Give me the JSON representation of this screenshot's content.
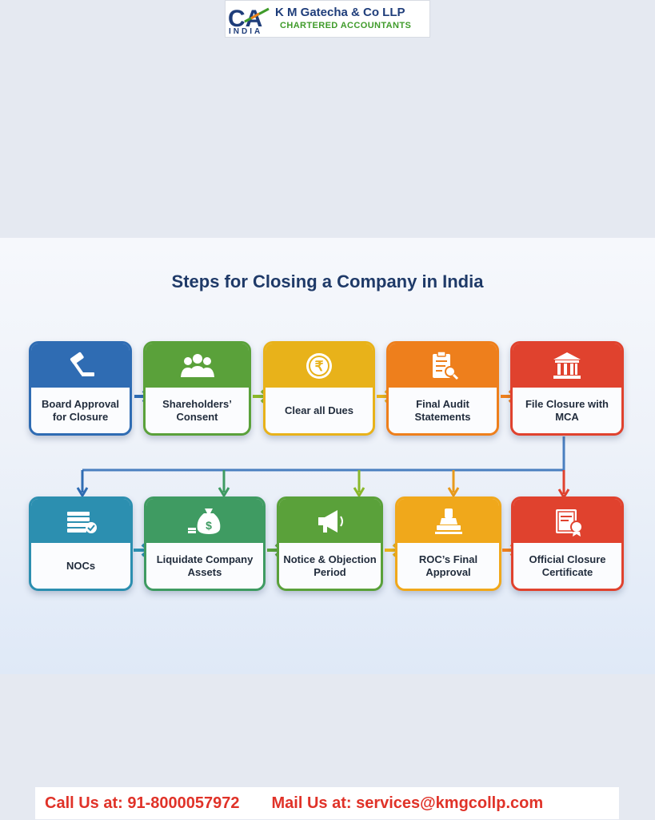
{
  "header": {
    "logo_initials": "CA",
    "logo_country": "INDIA",
    "firm_name": "K M Gatecha & Co LLP",
    "firm_subtitle": "CHARTERED ACCOUNTANTS"
  },
  "infographic": {
    "title": "Steps for Closing a Company in India",
    "row1": [
      {
        "label": "Board Approval for Closure",
        "icon": "gavel-icon",
        "color": "#2f6cb3"
      },
      {
        "label": "Shareholders’ Consent",
        "icon": "people-icon",
        "color": "#5aa13a"
      },
      {
        "label": "Clear all Dues",
        "icon": "rupee-coin-icon",
        "color": "#e8b21a"
      },
      {
        "label": "Final Audit Statements",
        "icon": "audit-clipboard-icon",
        "color": "#ee7f1c"
      },
      {
        "label": "File Closure with MCA",
        "icon": "government-building-icon",
        "color": "#e0422e"
      }
    ],
    "row2": [
      {
        "label": "NOCs",
        "icon": "document-stack-check-icon",
        "color": "#2c8fb0"
      },
      {
        "label": "Liquidate Company Assets",
        "icon": "money-bag-icon",
        "color": "#3f9b62"
      },
      {
        "label": "Notice & Objection Period",
        "icon": "megaphone-icon",
        "color": "#5aa13a"
      },
      {
        "label": "ROC’s Final Approval",
        "icon": "stamp-icon",
        "color": "#f0a81b"
      },
      {
        "label": "Official Closure Certificate",
        "icon": "certificate-icon",
        "color": "#e0422e"
      }
    ]
  },
  "footer": {
    "call": "Call Us at: 91-8000057972",
    "mail": "Mail Us at: services@kmgcollp.com",
    "text_color": "#e03228"
  }
}
